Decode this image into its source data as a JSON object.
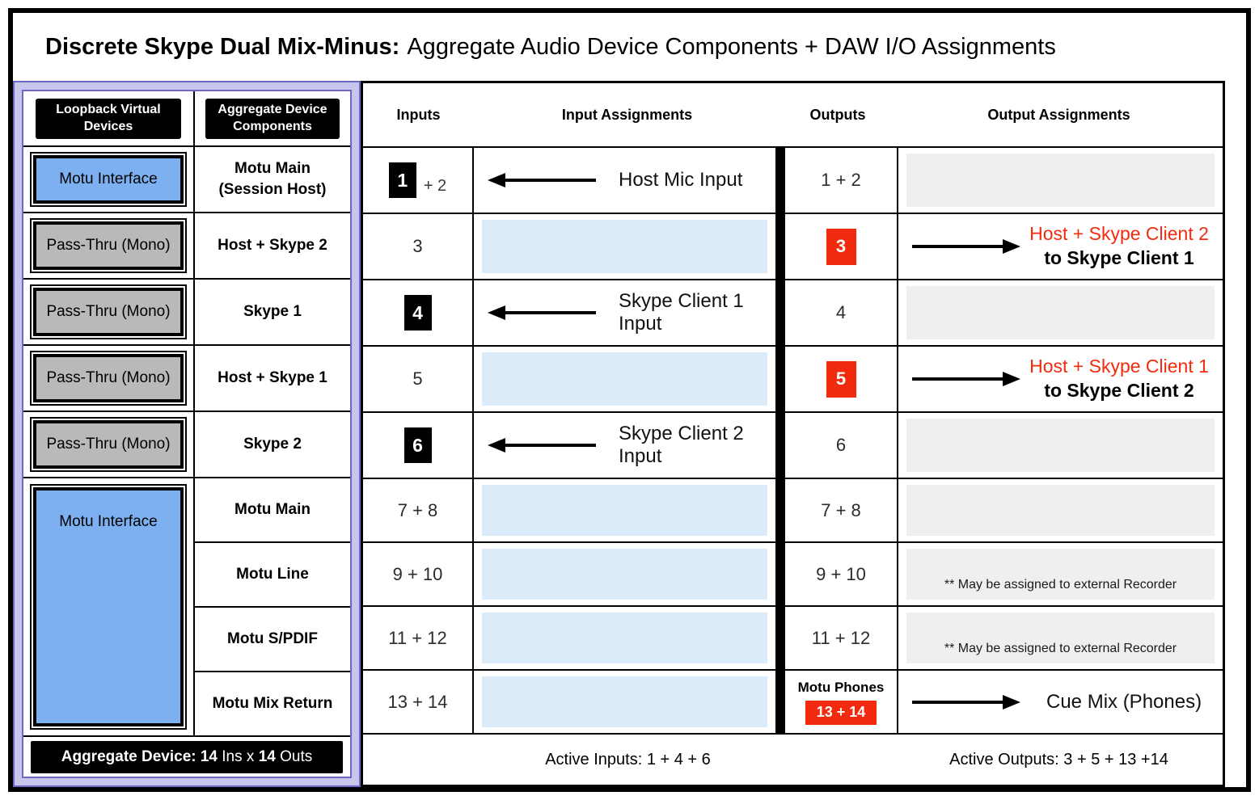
{
  "title": {
    "bold": "Discrete Skype Dual Mix-Minus:",
    "regular": "Aggregate Audio Device Components + DAW I/O Assignments"
  },
  "headers": {
    "loopback": "Loopback Virtual Devices",
    "aggregate": "Aggregate Device Components",
    "inputs": "Inputs",
    "input_assignments": "Input Assignments",
    "outputs": "Outputs",
    "output_assignments": "Output Assignments"
  },
  "rows": [
    {
      "loopback": "Motu Interface",
      "component": "Motu Main",
      "component_sub": "(Session Host)",
      "input_num": "1",
      "input_suffix": "+ 2",
      "input_assign": "Host Mic Input",
      "output_num": "1 + 2"
    },
    {
      "loopback": "Pass-Thru (Mono)",
      "component": "Host + Skype 2",
      "input_num": "3",
      "output_num": "3",
      "output_assign_to": "Host + Skype Client 2",
      "output_assign_dest": "to Skype Client 1"
    },
    {
      "loopback": "Pass-Thru (Mono)",
      "component": "Skype 1",
      "input_num": "4",
      "input_assign": "Skype Client 1 Input",
      "output_num": "4"
    },
    {
      "loopback": "Pass-Thru (Mono)",
      "component": "Host + Skype 1",
      "input_num": "5",
      "output_num": "5",
      "output_assign_to": "Host + Skype Client 1",
      "output_assign_dest": "to Skype Client 2"
    },
    {
      "loopback": "Pass-Thru (Mono)",
      "component": "Skype 2",
      "input_num": "6",
      "input_assign": "Skype Client 2 Input",
      "output_num": "6"
    },
    {
      "loopback": "Motu Interface",
      "component": "Motu Main",
      "input_num": "7 + 8",
      "output_num": "7 + 8"
    },
    {
      "component": "Motu Line",
      "input_num": "9 + 10",
      "output_num": "9 + 10",
      "output_note": "** May be assigned to external Recorder"
    },
    {
      "component": "Motu S/PDIF",
      "input_num": "11 + 12",
      "output_num": "11 + 12",
      "output_note": "** May be assigned to external Recorder"
    },
    {
      "component": "Motu Mix Return",
      "input_num": "13 + 14",
      "output_device": "Motu Phones",
      "output_num": "13 + 14",
      "output_assign": "Cue Mix (Phones)"
    }
  ],
  "footer": {
    "aggregate_seg1_bold": "Aggregate Device: 14 ",
    "aggregate_seg2": "Ins x ",
    "aggregate_seg3_bold": "14 ",
    "aggregate_seg4": "Outs",
    "active_inputs": "Active Inputs: 1 + 4 + 6",
    "active_outputs": "Active Outputs: 3 + 5 + 13 +14"
  },
  "colors": {
    "accent_red": "#f32b0e",
    "device_blue": "#7db0f0",
    "passthru_gray": "#b9b9b9",
    "frame_lavender": "#c9c6ec",
    "frame_purple": "#6c69c4",
    "inset_blue": "#dcebf9",
    "inset_gray": "#efefef"
  }
}
